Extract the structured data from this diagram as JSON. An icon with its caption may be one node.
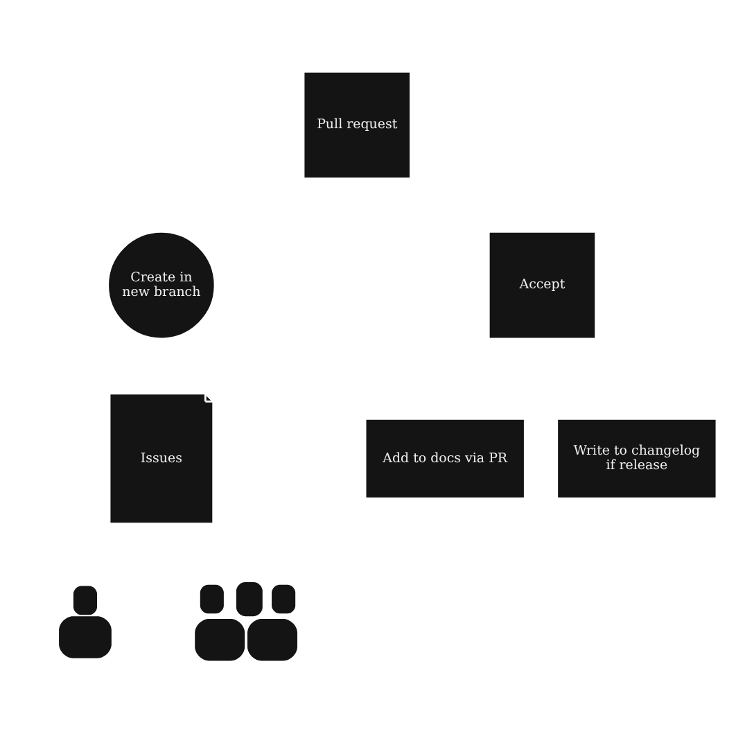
{
  "diagram": {
    "nodes": [
      {
        "text": [
          "Pull request"
        ]
      },
      {
        "text": [
          "Create in new branch"
        ]
      },
      {
        "text": [
          "Accept"
        ]
      },
      {
        "text": [
          "Issues"
        ]
      },
      {
        "text": [
          "Add to docs via PR"
        ]
      },
      {
        "text": [
          "Write to changelog if release"
        ]
      },
      {
        "text": [],
        "shape": "person"
      },
      {
        "text": [],
        "shape": "people"
      }
    ]
  }
}
